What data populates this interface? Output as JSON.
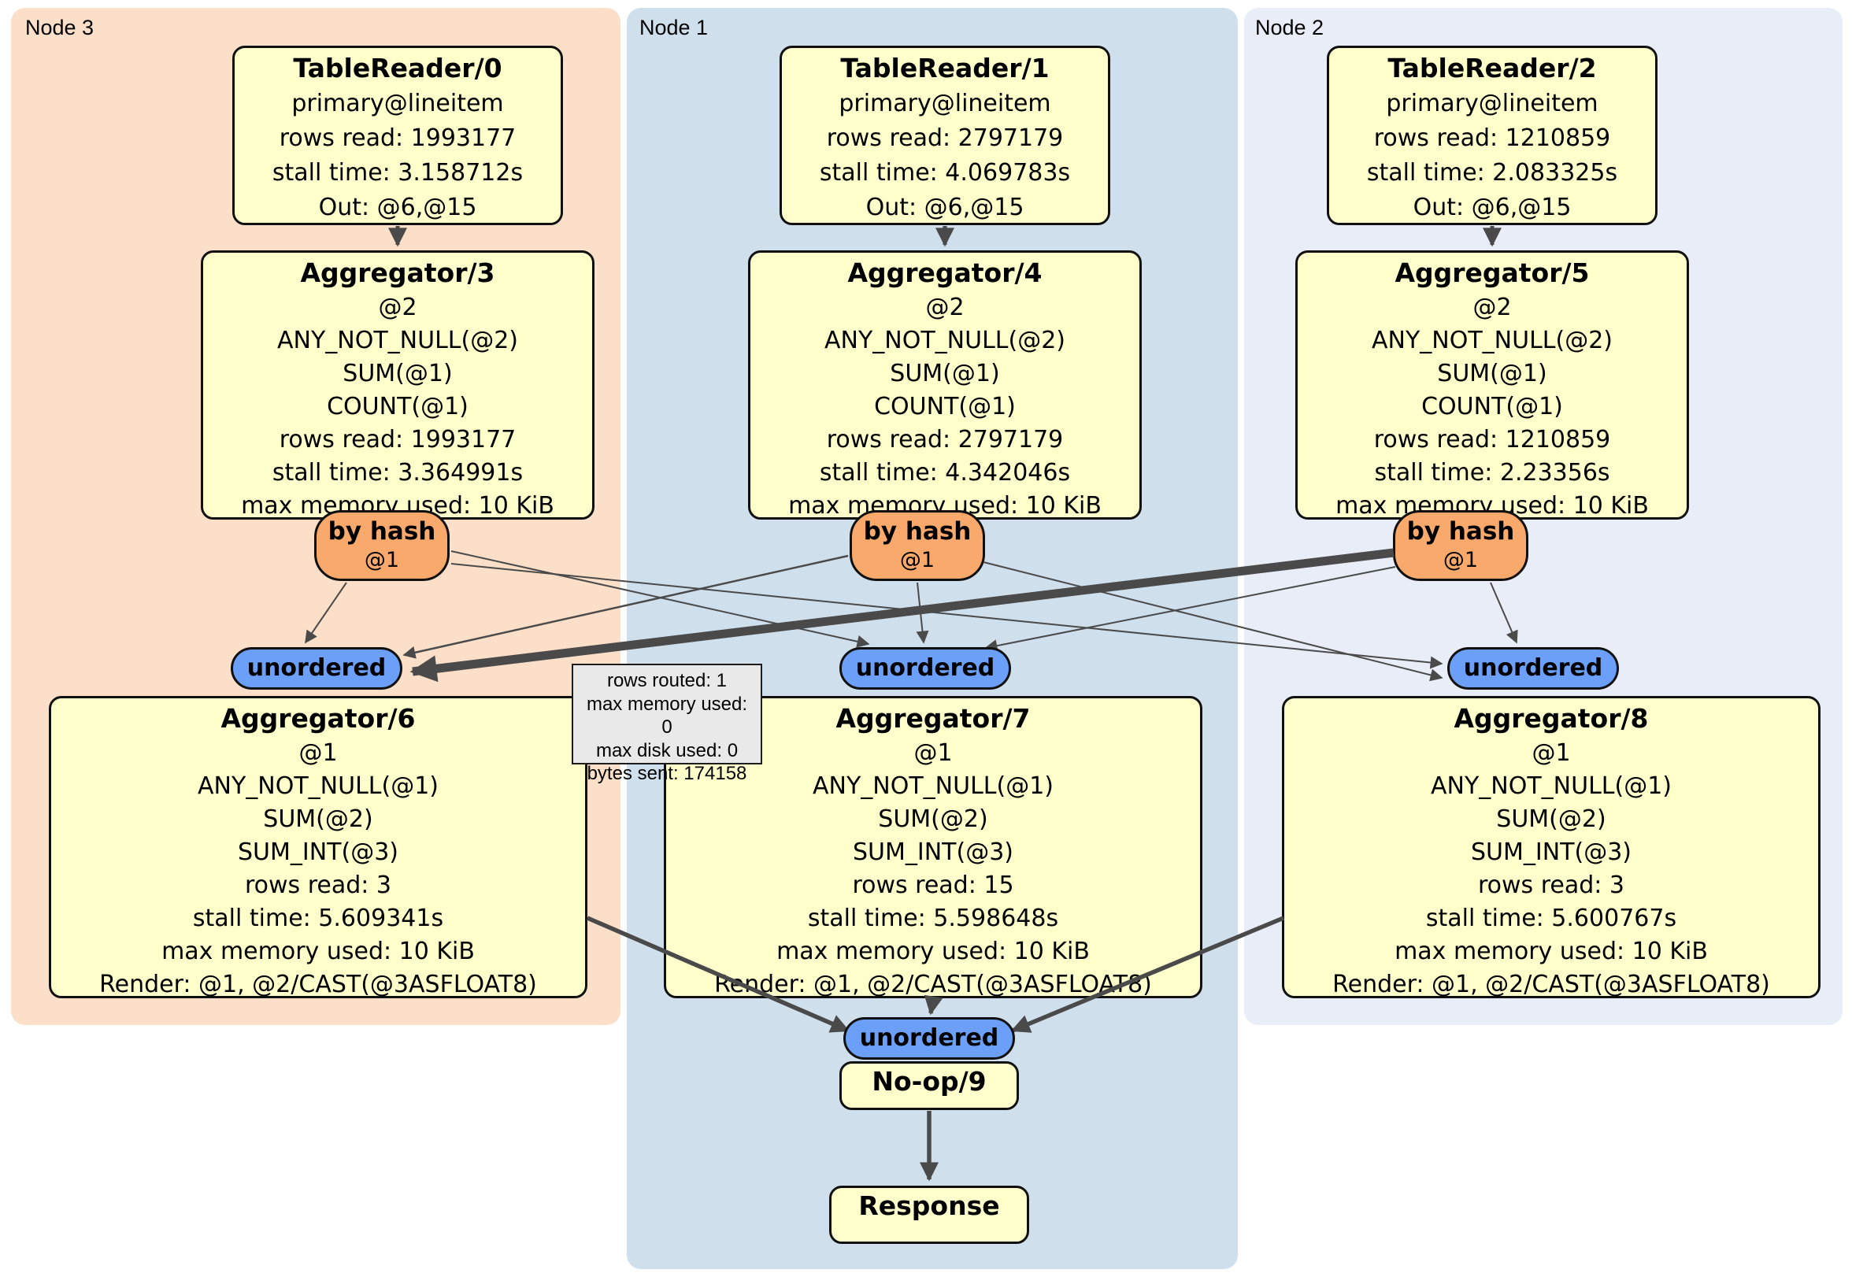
{
  "regions": [
    {
      "label": "Node 3",
      "bg": "#fbdfc8"
    },
    {
      "label": "Node 1",
      "bg": "#d0dfec"
    },
    {
      "label": "Node 2",
      "bg": "#e9edf8"
    }
  ],
  "colors": {
    "processor_fill": "#ffffcc",
    "router_fill": "#f9a96b",
    "stream_fill": "#6b9ff8",
    "tooltip_bg": "#e9e9e9",
    "edge": "#4a4a4a"
  },
  "processors": {
    "tablereader0": {
      "title": "TableReader/0",
      "lines": [
        "primary@lineitem",
        "rows read: 1993177",
        "stall time: 3.158712s",
        "Out: @6,@15"
      ]
    },
    "tablereader1": {
      "title": "TableReader/1",
      "lines": [
        "primary@lineitem",
        "rows read: 2797179",
        "stall time: 4.069783s",
        "Out: @6,@15"
      ]
    },
    "tablereader2": {
      "title": "TableReader/2",
      "lines": [
        "primary@lineitem",
        "rows read: 1210859",
        "stall time: 2.083325s",
        "Out: @6,@15"
      ]
    },
    "aggregator3": {
      "title": "Aggregator/3",
      "lines": [
        "@2",
        "ANY_NOT_NULL(@2)",
        "SUM(@1)",
        "COUNT(@1)",
        "rows read: 1993177",
        "stall time: 3.364991s",
        "max memory used: 10 KiB"
      ]
    },
    "aggregator4": {
      "title": "Aggregator/4",
      "lines": [
        "@2",
        "ANY_NOT_NULL(@2)",
        "SUM(@1)",
        "COUNT(@1)",
        "rows read: 2797179",
        "stall time: 4.342046s",
        "max memory used: 10 KiB"
      ]
    },
    "aggregator5": {
      "title": "Aggregator/5",
      "lines": [
        "@2",
        "ANY_NOT_NULL(@2)",
        "SUM(@1)",
        "COUNT(@1)",
        "rows read: 1210859",
        "stall time: 2.23356s",
        "max memory used: 10 KiB"
      ]
    },
    "aggregator6": {
      "title": "Aggregator/6",
      "lines": [
        "@1",
        "ANY_NOT_NULL(@1)",
        "SUM(@2)",
        "SUM_INT(@3)",
        "rows read: 3",
        "stall time: 5.609341s",
        "max memory used: 10 KiB",
        "Render: @1, @2/CAST(@3ASFLOAT8)"
      ]
    },
    "aggregator7": {
      "title": "Aggregator/7",
      "lines": [
        "@1",
        "ANY_NOT_NULL(@1)",
        "SUM(@2)",
        "SUM_INT(@3)",
        "rows read: 15",
        "stall time: 5.598648s",
        "max memory used: 10 KiB",
        "Render: @1, @2/CAST(@3ASFLOAT8)"
      ]
    },
    "aggregator8": {
      "title": "Aggregator/8",
      "lines": [
        "@1",
        "ANY_NOT_NULL(@1)",
        "SUM(@2)",
        "SUM_INT(@3)",
        "rows read: 3",
        "stall time: 5.600767s",
        "max memory used: 10 KiB",
        "Render: @1, @2/CAST(@3ASFLOAT8)"
      ]
    },
    "noop9": {
      "title": "No-op/9"
    },
    "response": {
      "title": "Response"
    }
  },
  "routers": {
    "by_hash": {
      "label": "by hash",
      "detail": "@1"
    },
    "unordered_label": "unordered"
  },
  "tooltip": {
    "lines": [
      "rows routed: 1",
      "max memory used: 0",
      "max disk used: 0",
      "bytes sent: 174158"
    ]
  }
}
